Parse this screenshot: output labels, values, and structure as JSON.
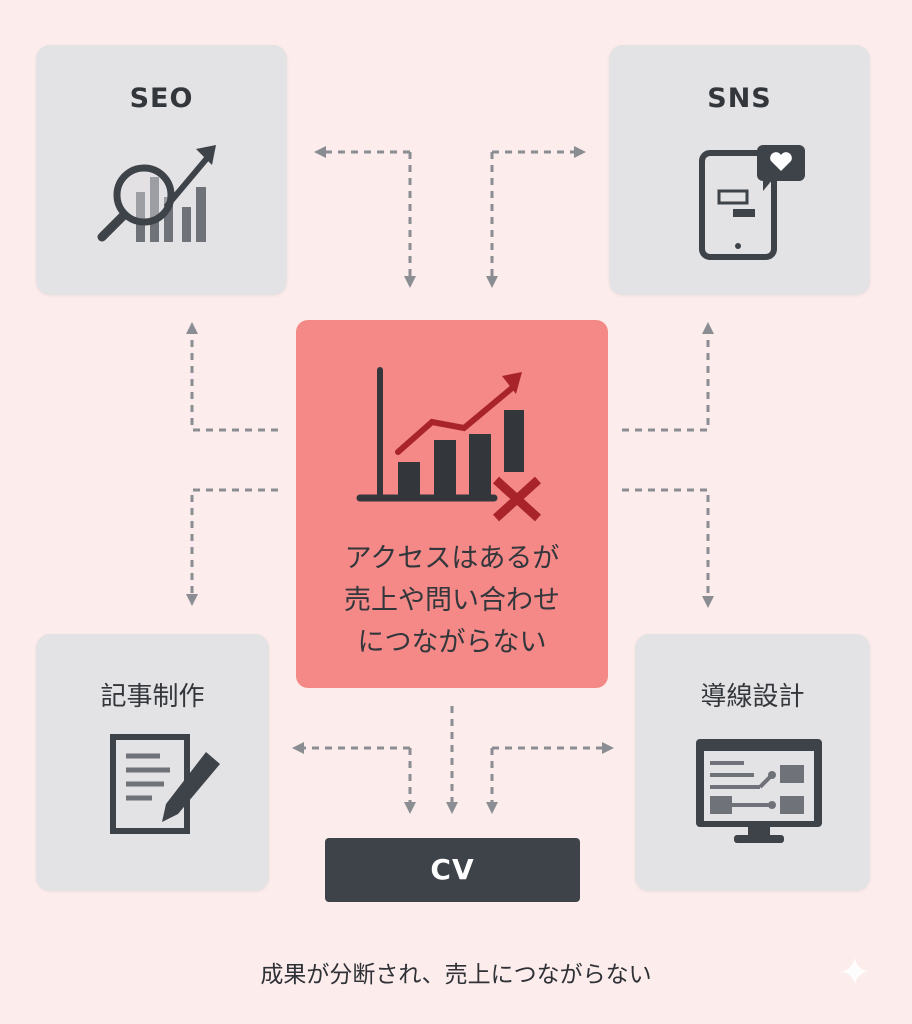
{
  "boxes": {
    "seo": {
      "label": "SEO",
      "icon": "magnifier-chart-icon"
    },
    "sns": {
      "label": "SNS",
      "icon": "smartphone-chat-icon"
    },
    "article": {
      "label": "記事制作",
      "icon": "document-pencil-icon"
    },
    "funnel": {
      "label": "導線設計",
      "icon": "monitor-flow-icon"
    }
  },
  "center": {
    "lines": [
      "アクセスはあるが",
      "売上や問い合わせ",
      "につながらない"
    ],
    "icon": "chart-failure-icon"
  },
  "cv": {
    "label": "CV"
  },
  "caption": "成果が分断され、売上につながらない",
  "colors": {
    "background": "#fdecec",
    "center": "#f48988",
    "box": "#e3e2e4",
    "dark": "#3d4349",
    "arrow": "#8a8d92",
    "accent_red": "#a8242a"
  }
}
